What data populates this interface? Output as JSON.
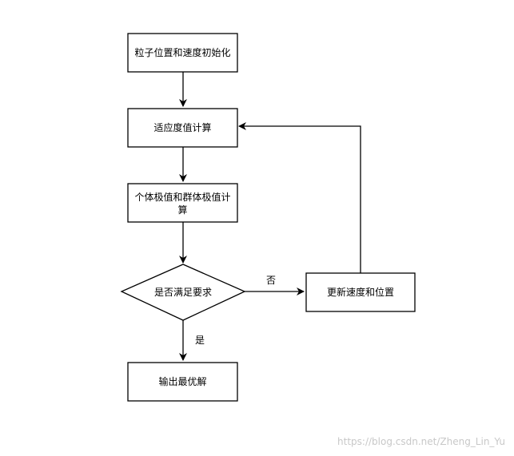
{
  "nodes": {
    "init": "粒子位置和速度初始化",
    "fitness": "适应度值计算",
    "extreme_line1": "个体极值和群体极值计",
    "extreme_line2": "算",
    "decision": "是否满足要求",
    "update": "更新速度和位置",
    "output": "输出最优解"
  },
  "edges": {
    "no_label": "否",
    "yes_label": "是"
  },
  "watermark": "https://blog.csdn.net/Zheng_Lin_Yu"
}
